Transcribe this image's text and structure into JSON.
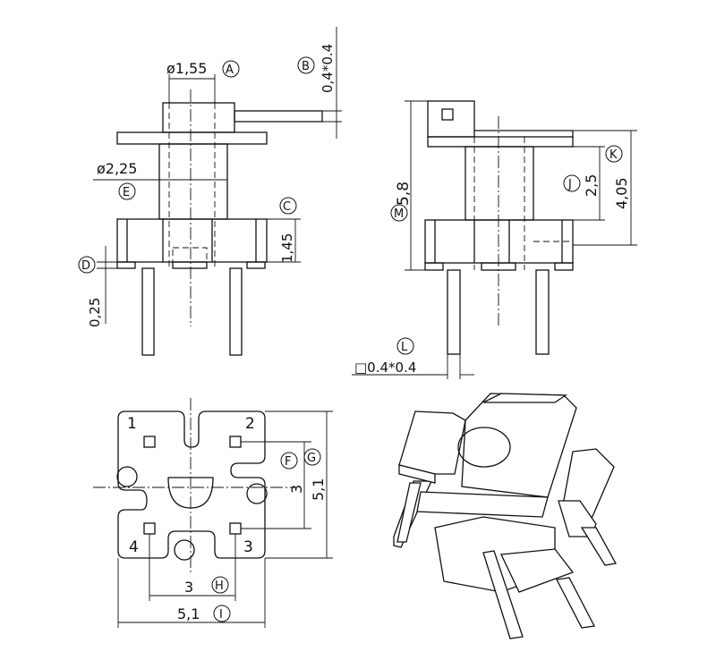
{
  "dimensions": {
    "pin_diameter": "ø1,55",
    "pin_section": "0,4*0.4",
    "base_diameter": "ø2,25",
    "base_height": "1,45",
    "standoff": "0,25",
    "total_height": "5,8",
    "flange_to_base": "2,5",
    "flange_height": "4,05",
    "pin_square": "□0.4*0.4",
    "row_pitch_right": "3",
    "width_right": "5,1",
    "pitch_bottom": "3",
    "width_bottom": "5,1"
  },
  "labels": {
    "A": "A",
    "B": "B",
    "C": "C",
    "D": "D",
    "E": "E",
    "F": "F",
    "G": "G",
    "H": "H",
    "I": "I",
    "J": "J",
    "K": "K",
    "L": "L",
    "M": "M"
  },
  "pins": [
    "1",
    "2",
    "3",
    "4"
  ]
}
